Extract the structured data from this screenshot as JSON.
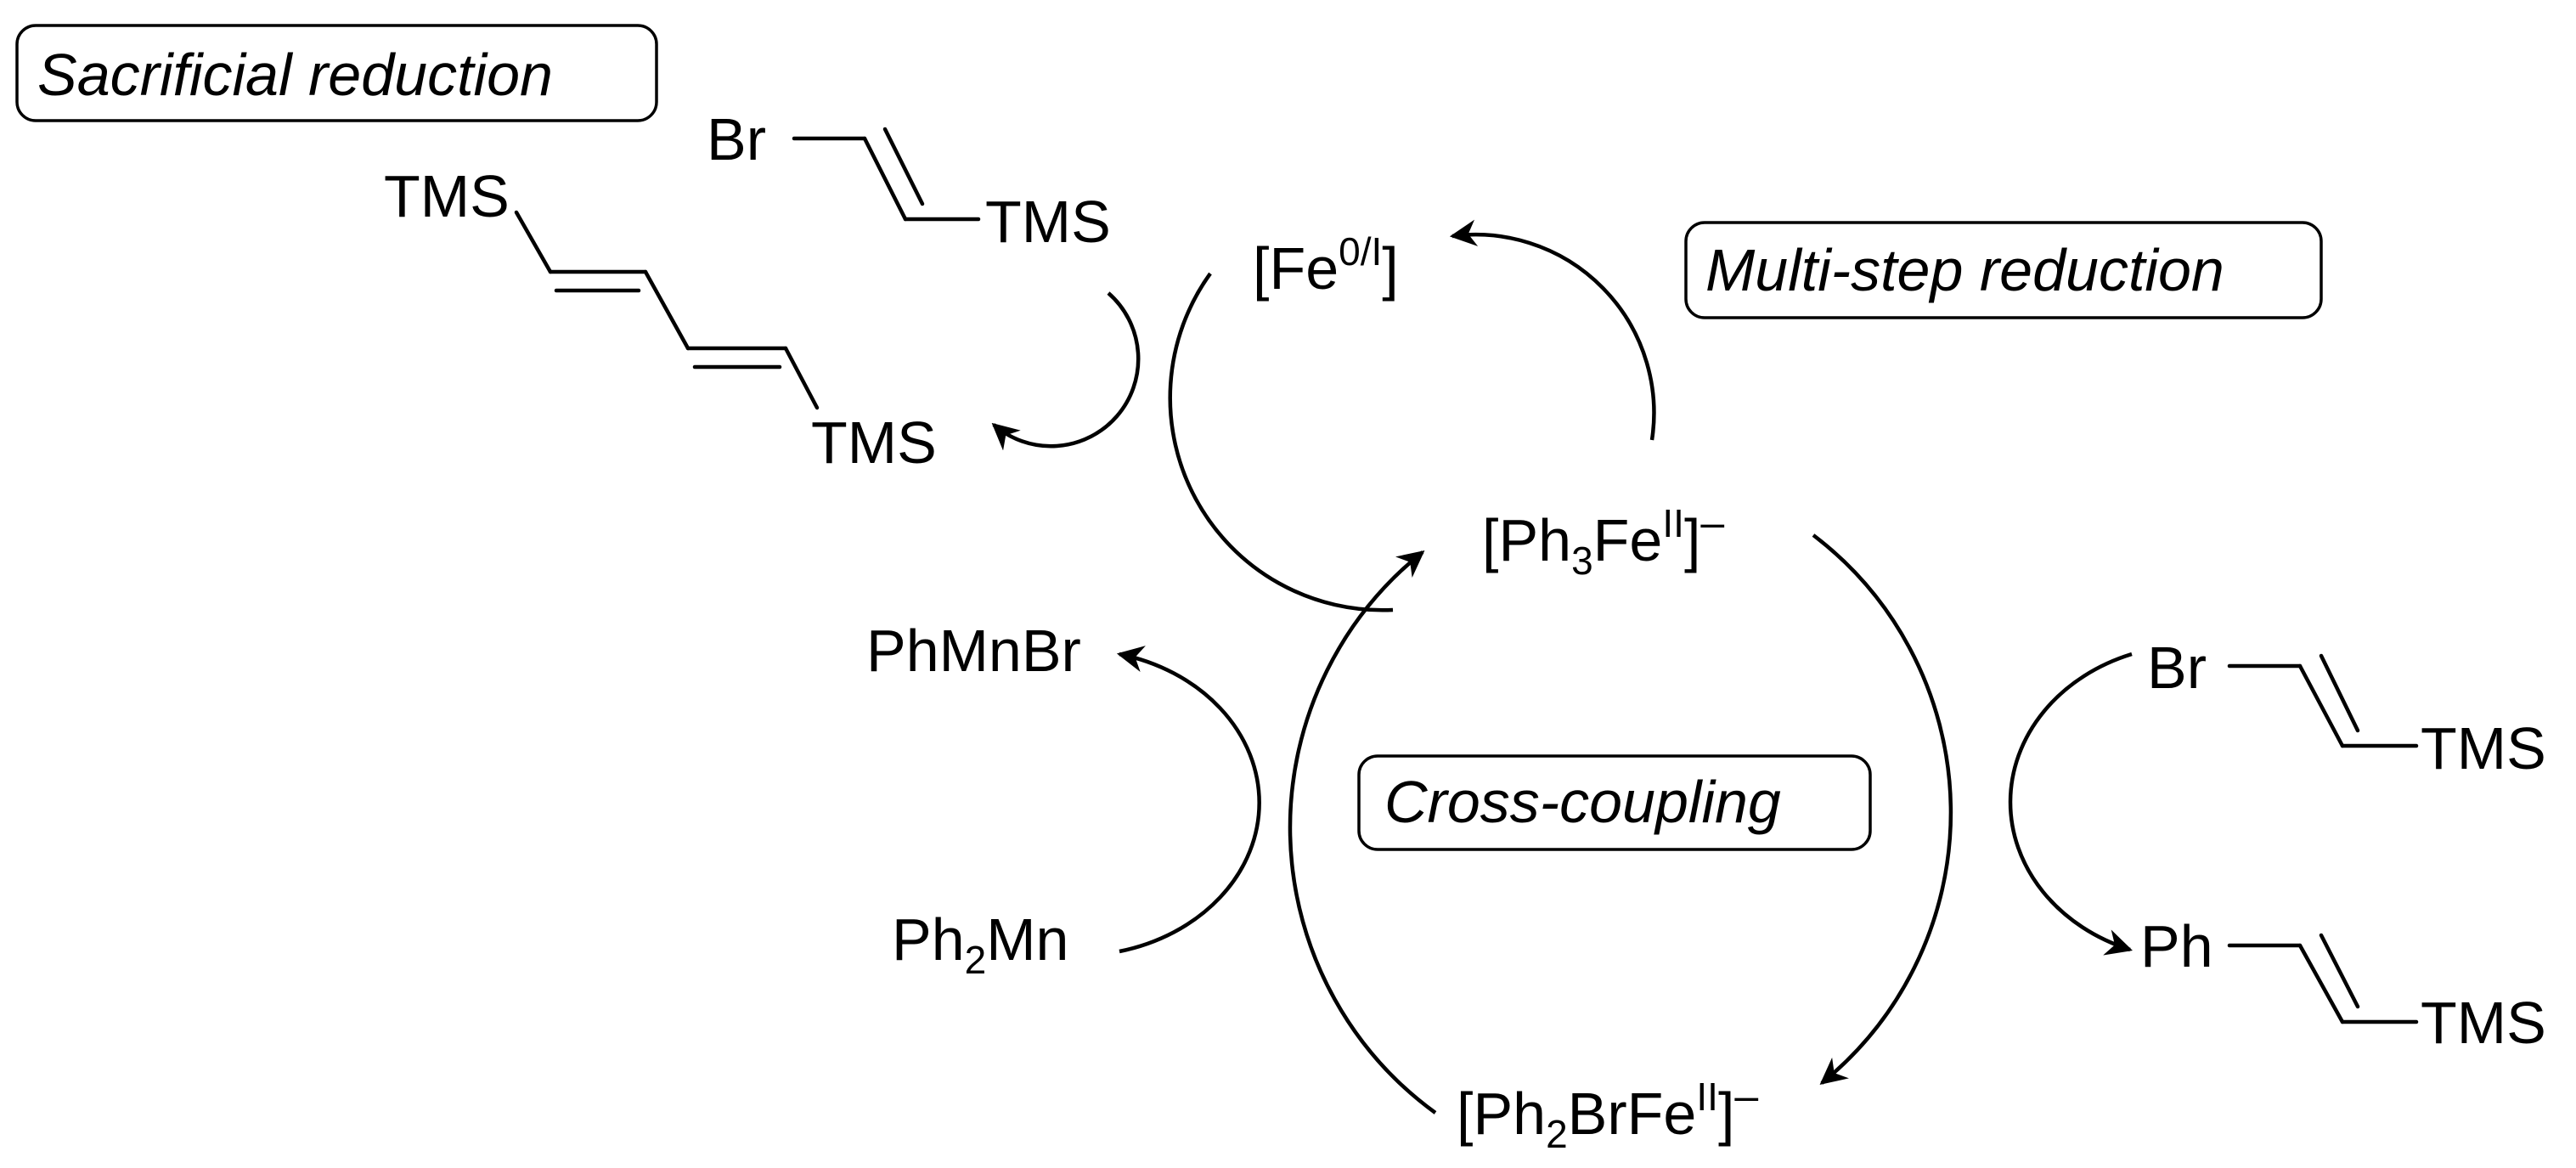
{
  "boxes": {
    "sacrificial": "Sacrificial reduction",
    "multistep": "Multi-step reduction",
    "crosscoupling": "Cross-coupling"
  },
  "species": {
    "fe01": {
      "pre": "[Fe",
      "sup": "0/I",
      "post": "]"
    },
    "ph3fe": {
      "pre": "[Ph",
      "sub": "3",
      "mid": "Fe",
      "sup": "II",
      "post": "]",
      "charge": "–"
    },
    "ph2brfe": {
      "pre": "[Ph",
      "sub": "2",
      "mid": "BrFe",
      "sup": "II",
      "post": "]",
      "charge": "–"
    },
    "phmnbr": "PhMnBr",
    "ph2mn": {
      "pre": "Ph",
      "sub": "2",
      "post": "Mn"
    }
  },
  "molecules": {
    "vinylbromide_top": {
      "left": "Br",
      "right": "TMS"
    },
    "diene": {
      "top": "TMS",
      "bottom": "TMS"
    },
    "vinylbromide_right": {
      "left": "Br",
      "right": "TMS"
    },
    "product": {
      "left": "Ph",
      "right": "TMS"
    }
  }
}
